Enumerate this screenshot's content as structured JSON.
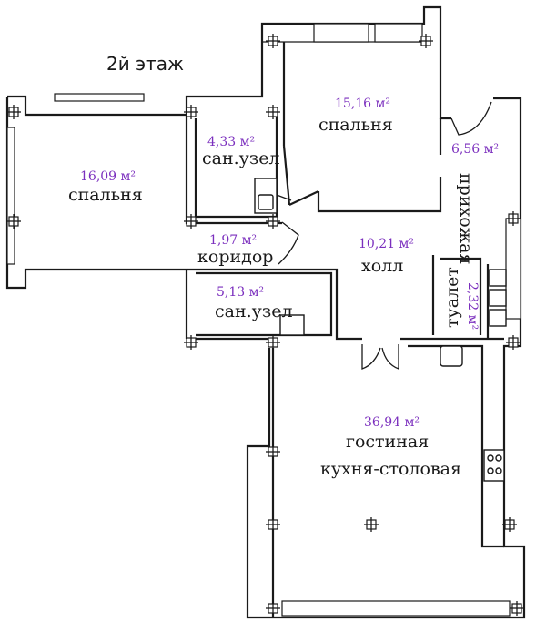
{
  "floor_label": "2й этаж",
  "rooms": [
    {
      "name": "спальня",
      "area": "15,16 м²"
    },
    {
      "name": "сан.узел",
      "area": "4,33 м²"
    },
    {
      "name": "спальня",
      "area": "16,09 м²"
    },
    {
      "name": "прихожая",
      "area": "6,56 м²"
    },
    {
      "name": "коридор",
      "area": "1,97 м²"
    },
    {
      "name": "холл",
      "area": "10,21 м²"
    },
    {
      "name": "сан.узел",
      "area": "5,13 м²"
    },
    {
      "name": "туалет",
      "area": "2,32 м²"
    },
    {
      "name": "гостиная",
      "name2": "кухня-столовая",
      "area": "36,94 м²"
    }
  ],
  "colors": {
    "wall": "#1a1a1a",
    "area_text": "#7b2fbe"
  },
  "icons": [
    "column-marker-icon",
    "window-icon",
    "door-swing-icon",
    "stove-icon",
    "sink-icon",
    "toilet-icon"
  ]
}
